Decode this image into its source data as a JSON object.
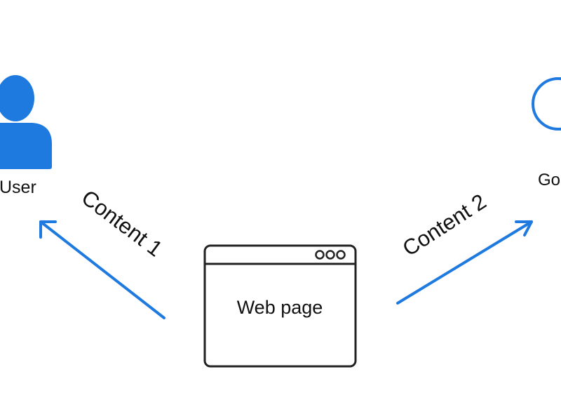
{
  "colors": {
    "accent": "#1f7ae0",
    "outline": "#222222",
    "text": "#111111",
    "background": "#ffffff"
  },
  "nodes": {
    "user": {
      "label": "User",
      "icon": "user-icon"
    },
    "google": {
      "label": "Go",
      "icon": "circle-icon"
    },
    "web_page": {
      "label": "Web page",
      "icon": "browser-window-icon",
      "window_controls": "ooo"
    }
  },
  "edges": {
    "content_1": {
      "label": "Content 1",
      "from": "web_page",
      "to": "user"
    },
    "content_2": {
      "label": "Content 2",
      "from": "web_page",
      "to": "google"
    }
  }
}
